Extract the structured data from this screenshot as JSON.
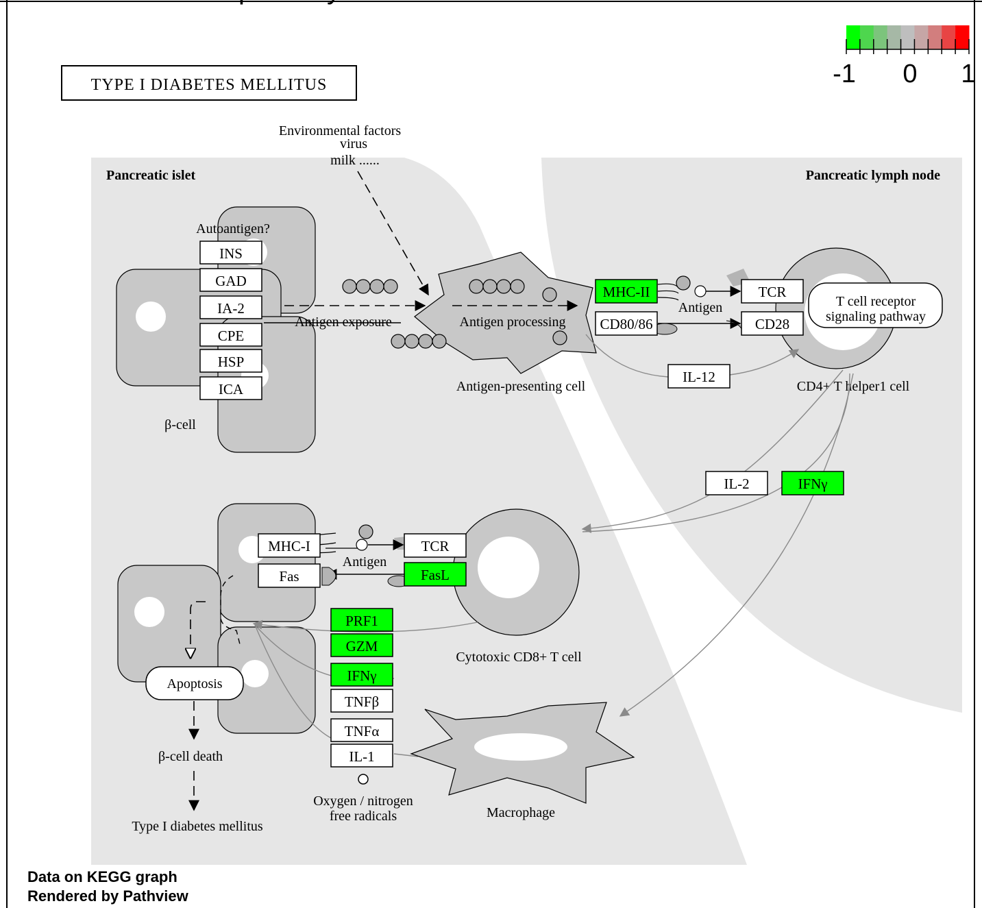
{
  "title": "TYPE I DIABETES MELLITUS",
  "top_fragment": "cpathway",
  "legend": {
    "labels": [
      "-1",
      "0",
      "1"
    ],
    "colors": [
      "#00ff00",
      "#4ed64e",
      "#7cc47c",
      "#a6b8a6",
      "#bebebe",
      "#c6a6a6",
      "#d27e7e",
      "#e84444",
      "#ff0000"
    ]
  },
  "regions": {
    "islet": "Pancreatic islet",
    "lymph": "Pancreatic lymph node"
  },
  "env": [
    "Environmental factors",
    "virus",
    "milk ......"
  ],
  "labels": {
    "autoantigen": "Autoantigen?",
    "antigen_exposure": "Antigen exposure",
    "antigen_processing": "Antigen processing",
    "apc": "Antigen-presenting cell",
    "antigen1": "Antigen",
    "antigen2": "Antigen",
    "th1": "CD4+ T helper1 cell",
    "beta_cell": "β-cell",
    "ctl": "Cytotoxic CD8+ T cell",
    "beta_death": "β-cell death",
    "t1d": "Type I diabetes mellitus",
    "radicals1": "Oxygen / nitrogen",
    "radicals2": "free radicals",
    "macrophage": "Macrophage",
    "tcr_path1": "T cell receptor",
    "tcr_path2": "signaling pathway",
    "apoptosis": "Apoptosis"
  },
  "genes": {
    "ins": {
      "label": "INS",
      "highlight": false
    },
    "gad": {
      "label": "GAD",
      "highlight": false
    },
    "ia2": {
      "label": "IA-2",
      "highlight": false
    },
    "cpe": {
      "label": "CPE",
      "highlight": false
    },
    "hsp": {
      "label": "HSP",
      "highlight": false
    },
    "ica": {
      "label": "ICA",
      "highlight": false
    },
    "mhc2": {
      "label": "MHC-II",
      "highlight": true
    },
    "cd80": {
      "label": "CD80/86",
      "highlight": false
    },
    "tcr1": {
      "label": "TCR",
      "highlight": false
    },
    "cd28": {
      "label": "CD28",
      "highlight": false
    },
    "il12": {
      "label": "IL-12",
      "highlight": false
    },
    "il2": {
      "label": "IL-2",
      "highlight": false
    },
    "ifng1": {
      "label": "IFNγ",
      "highlight": true
    },
    "mhc1": {
      "label": "MHC-I",
      "highlight": false
    },
    "tcr2": {
      "label": "TCR",
      "highlight": false
    },
    "fas": {
      "label": "Fas",
      "highlight": false
    },
    "fasl": {
      "label": "FasL",
      "highlight": true
    },
    "prf1": {
      "label": "PRF1",
      "highlight": true
    },
    "gzm": {
      "label": "GZM",
      "highlight": true
    },
    "ifng2": {
      "label": "IFNγ",
      "highlight": true
    },
    "tnfb": {
      "label": "TNFβ",
      "highlight": false
    },
    "tnfa": {
      "label": "TNFα",
      "highlight": false
    },
    "il1": {
      "label": "IL-1",
      "highlight": false
    }
  },
  "footer": [
    "Data on KEGG graph",
    "Rendered by Pathview"
  ]
}
